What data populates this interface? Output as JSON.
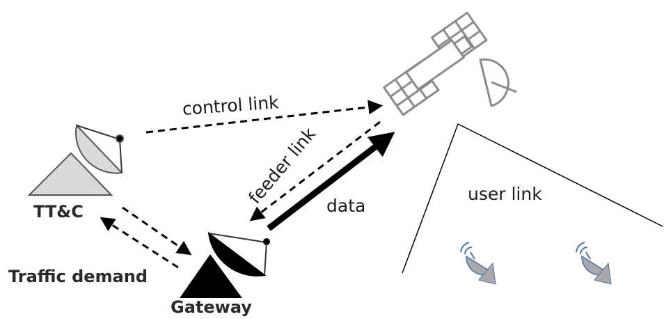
{
  "labels": {
    "control_link": "control link",
    "feeder_link": "feeder link",
    "data": "data",
    "user_link": "user link",
    "ttc": "TT&C",
    "traffic_demand": "Traffic demand",
    "gateway": "Gateway"
  },
  "colors": {
    "satellite": "#8a8a8a",
    "satellite_fill": "#ffffff",
    "ttc_fill": "#d9d9d9",
    "ttc_stroke": "#555555",
    "gateway_fill": "#000000",
    "user_terminal": "#a9a9a9",
    "user_terminal_signal": "#4a6fb5",
    "link": "#000000"
  },
  "icons": [
    "satellite-icon",
    "ttc-dish-icon",
    "gateway-dish-icon",
    "user-terminal-icon"
  ]
}
